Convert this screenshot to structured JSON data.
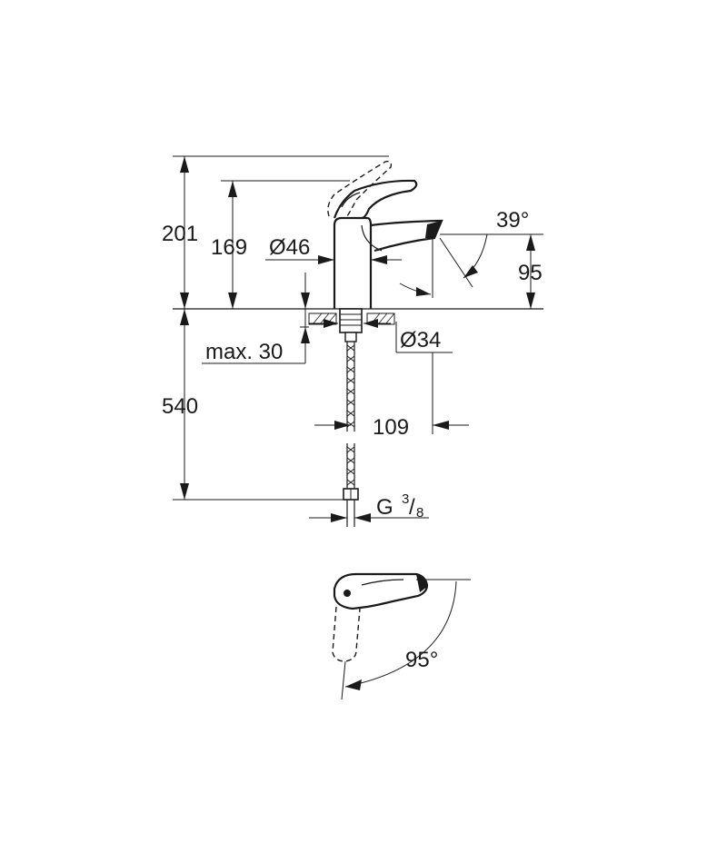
{
  "dimensions": {
    "height_total": "201",
    "height_spout": "169",
    "body_diameter": "Ø46",
    "lever_angle": "39°",
    "spout_height": "95",
    "deck_thickness": "max. 30",
    "hole_diameter": "Ø34",
    "hose_length": "540",
    "spout_reach": "109",
    "connection_letter": "G",
    "connection_numerator": "3",
    "connection_denominator": "8",
    "rotation_angle": "95°"
  }
}
